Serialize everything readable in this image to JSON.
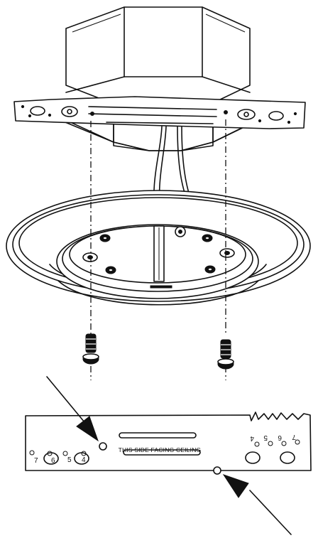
{
  "bracket_detail": {
    "label": "THIS SIDE FACING CEILING",
    "numbers_left": [
      "7",
      "6",
      "5",
      "4"
    ],
    "numbers_right": [
      "4",
      "5",
      "6",
      "7"
    ]
  },
  "icons": {
    "junction_box": "octagonal-junction-box-icon",
    "mounting_bracket": "mounting-bracket-icon",
    "fixture_canopy": "ceiling-fixture-canopy-icon",
    "mounting_screw": "mounting-screw-icon",
    "pointer_arrow": "pointer-arrow-icon"
  },
  "colors": {
    "line": "#111111",
    "background": "#ffffff"
  }
}
